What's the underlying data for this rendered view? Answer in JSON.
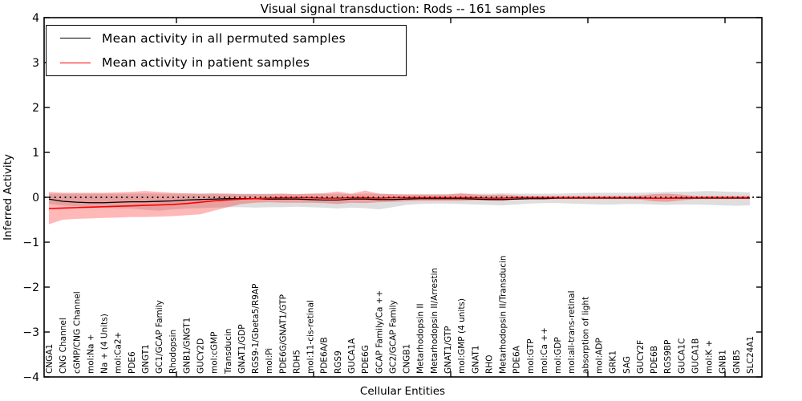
{
  "title": "Visual signal transduction: Rods -- 161 samples",
  "axes": {
    "ylabel": "Inferred Activity",
    "xlabel": "Cellular Entities",
    "y_tick_labels": [
      "4",
      "3",
      "2",
      "1",
      "0",
      "−1",
      "−2",
      "−3",
      "−4"
    ],
    "y_tick_values": [
      4,
      3,
      2,
      1,
      0,
      -1,
      -2,
      -3,
      -4
    ]
  },
  "legend": {
    "entries": [
      {
        "label": "Mean activity in all permuted samples",
        "color": "#000000"
      },
      {
        "label": "Mean activity in patient samples",
        "color": "#ff0000"
      }
    ]
  },
  "colors": {
    "permuted_line": "#000000",
    "patient_line": "#ff0000",
    "permuted_band": "#000000",
    "permuted_band_alpha": 0.13,
    "patient_band": "#ff0000",
    "patient_band_alpha": 0.28,
    "zero_line": "#000000",
    "axis": "#000000",
    "background": "#ffffff"
  },
  "chart_data": {
    "type": "line",
    "title": "Visual signal transduction: Rods -- 161 samples",
    "xlabel": "Cellular Entities",
    "ylabel": "Inferred Activity",
    "ylim": [
      -4,
      4
    ],
    "grid": false,
    "legend_position": "upper left",
    "zero_reference_line": {
      "value": 0,
      "style": "dotted",
      "color": "#000000"
    },
    "x_tick_label_rotation": 90,
    "categories": [
      "CNGA1",
      "CNG Channel",
      "cGMP/CNG Channel",
      "mol:Na +",
      "Na + (4 Units)",
      "mol:Ca2+",
      "PDE6",
      "GNGT1",
      "GC1/GCAP Family",
      "Rhodopsin",
      "GNB1/GNGT1",
      "GUCY2D",
      "mol:cGMP",
      "Transducin",
      "GNAT1/GDP",
      "RGS9-1/Gbeta5/R9AP",
      "mol:Pi",
      "PDE6G/GNAT1/GTP",
      "RDH5",
      "mol:11-cis-retinal",
      "PDE6A/B",
      "RGS9",
      "GUCA1A",
      "PDE6G",
      "GCAP Family/Ca ++",
      "GC2/GCAP Family",
      "CNGB1",
      "Metarhodopsin II",
      "Metarhodopsin II/Arrestin",
      "GNAT1/GTP",
      "mol:GMP (4 units)",
      "GNAT1",
      "RHO",
      "Metarhodopsin II/Transducin",
      "PDE6A",
      "mol:GTP",
      "mol:Ca ++",
      "mol:GDP",
      "mol:all-trans-retinal",
      "absorption of light",
      "mol:ADP",
      "GRK1",
      "SAG",
      "GUCY2F",
      "PDE6B",
      "RGS9BP",
      "GUCA1C",
      "GUCA1B",
      "mol:K +",
      "GNB1",
      "GNB5",
      "SLC24A1"
    ],
    "series": [
      {
        "name": "Mean activity in all permuted samples",
        "color": "#000000",
        "values": [
          -0.04,
          -0.09,
          -0.11,
          -0.12,
          -0.12,
          -0.11,
          -0.1,
          -0.1,
          -0.09,
          -0.08,
          -0.06,
          -0.05,
          -0.04,
          -0.03,
          -0.03,
          -0.03,
          -0.04,
          -0.04,
          -0.04,
          -0.05,
          -0.06,
          -0.06,
          -0.04,
          -0.04,
          -0.05,
          -0.05,
          -0.04,
          -0.03,
          -0.03,
          -0.03,
          -0.03,
          -0.04,
          -0.05,
          -0.05,
          -0.04,
          -0.03,
          -0.03,
          -0.02,
          -0.02,
          -0.02,
          -0.02,
          -0.02,
          -0.02,
          -0.02,
          -0.02,
          -0.02,
          -0.02,
          -0.02,
          -0.02,
          -0.02,
          -0.02,
          -0.02
        ]
      },
      {
        "name": "Mean activity in patient samples",
        "color": "#ff0000",
        "values": [
          -0.25,
          -0.24,
          -0.23,
          -0.22,
          -0.21,
          -0.2,
          -0.19,
          -0.18,
          -0.17,
          -0.16,
          -0.14,
          -0.11,
          -0.08,
          -0.06,
          -0.04,
          -0.03,
          -0.02,
          -0.01,
          -0.01,
          -0.01,
          -0.02,
          -0.02,
          -0.01,
          -0.01,
          -0.02,
          -0.01,
          -0.01,
          -0.01,
          -0.01,
          -0.01,
          -0.01,
          -0.01,
          -0.02,
          -0.02,
          -0.01,
          -0.01,
          -0.01,
          -0.01,
          -0.01,
          -0.01,
          -0.01,
          -0.01,
          -0.01,
          -0.01,
          -0.02,
          -0.02,
          -0.01,
          -0.01,
          -0.01,
          -0.01,
          -0.01,
          -0.01
        ]
      }
    ],
    "bands": [
      {
        "name": "permuted-samples-band",
        "color": "#000000",
        "alpha": 0.13,
        "upper": [
          0.08,
          0.08,
          0.08,
          0.08,
          0.08,
          0.08,
          0.08,
          0.09,
          0.08,
          0.08,
          0.08,
          0.08,
          0.09,
          0.08,
          0.08,
          0.08,
          0.08,
          0.08,
          0.07,
          0.08,
          0.08,
          0.08,
          0.07,
          0.08,
          0.08,
          0.07,
          0.07,
          0.07,
          0.07,
          0.07,
          0.08,
          0.08,
          0.08,
          0.09,
          0.08,
          0.08,
          0.08,
          0.08,
          0.09,
          0.1,
          0.1,
          0.1,
          0.1,
          0.1,
          0.11,
          0.12,
          0.12,
          0.13,
          0.14,
          0.13,
          0.12,
          0.11
        ],
        "lower": [
          -0.15,
          -0.18,
          -0.2,
          -0.22,
          -0.23,
          -0.24,
          -0.25,
          -0.28,
          -0.3,
          -0.27,
          -0.25,
          -0.24,
          -0.23,
          -0.22,
          -0.22,
          -0.23,
          -0.22,
          -0.22,
          -0.21,
          -0.22,
          -0.23,
          -0.25,
          -0.23,
          -0.24,
          -0.27,
          -0.22,
          -0.17,
          -0.15,
          -0.14,
          -0.14,
          -0.15,
          -0.16,
          -0.17,
          -0.18,
          -0.16,
          -0.14,
          -0.13,
          -0.13,
          -0.14,
          -0.15,
          -0.16,
          -0.16,
          -0.15,
          -0.15,
          -0.16,
          -0.17,
          -0.16,
          -0.16,
          -0.17,
          -0.18,
          -0.19,
          -0.18
        ]
      },
      {
        "name": "patient-samples-band",
        "color": "#ff0000",
        "alpha": 0.28,
        "upper": [
          0.12,
          0.1,
          0.1,
          0.1,
          0.1,
          0.11,
          0.12,
          0.14,
          0.12,
          0.1,
          0.09,
          0.08,
          0.08,
          0.08,
          0.07,
          0.07,
          0.07,
          0.08,
          0.07,
          0.08,
          0.09,
          0.13,
          0.08,
          0.15,
          0.08,
          0.07,
          0.06,
          0.06,
          0.06,
          0.06,
          0.09,
          0.06,
          0.05,
          0.06,
          0.04,
          0.03,
          0.03,
          0.03,
          0.03,
          0.03,
          0.03,
          0.03,
          0.03,
          0.04,
          0.07,
          0.08,
          0.06,
          0.03,
          0.03,
          0.03,
          0.03,
          0.03
        ],
        "lower": [
          -0.6,
          -0.5,
          -0.48,
          -0.47,
          -0.46,
          -0.45,
          -0.44,
          -0.44,
          -0.43,
          -0.42,
          -0.4,
          -0.38,
          -0.3,
          -0.22,
          -0.15,
          -0.12,
          -0.11,
          -0.12,
          -0.12,
          -0.12,
          -0.13,
          -0.15,
          -0.12,
          -0.13,
          -0.11,
          -0.1,
          -0.09,
          -0.08,
          -0.08,
          -0.08,
          -0.08,
          -0.07,
          -0.07,
          -0.08,
          -0.05,
          -0.04,
          -0.04,
          -0.04,
          -0.04,
          -0.04,
          -0.04,
          -0.04,
          -0.04,
          -0.05,
          -0.09,
          -0.1,
          -0.07,
          -0.04,
          -0.04,
          -0.04,
          -0.04,
          -0.04
        ]
      }
    ]
  }
}
